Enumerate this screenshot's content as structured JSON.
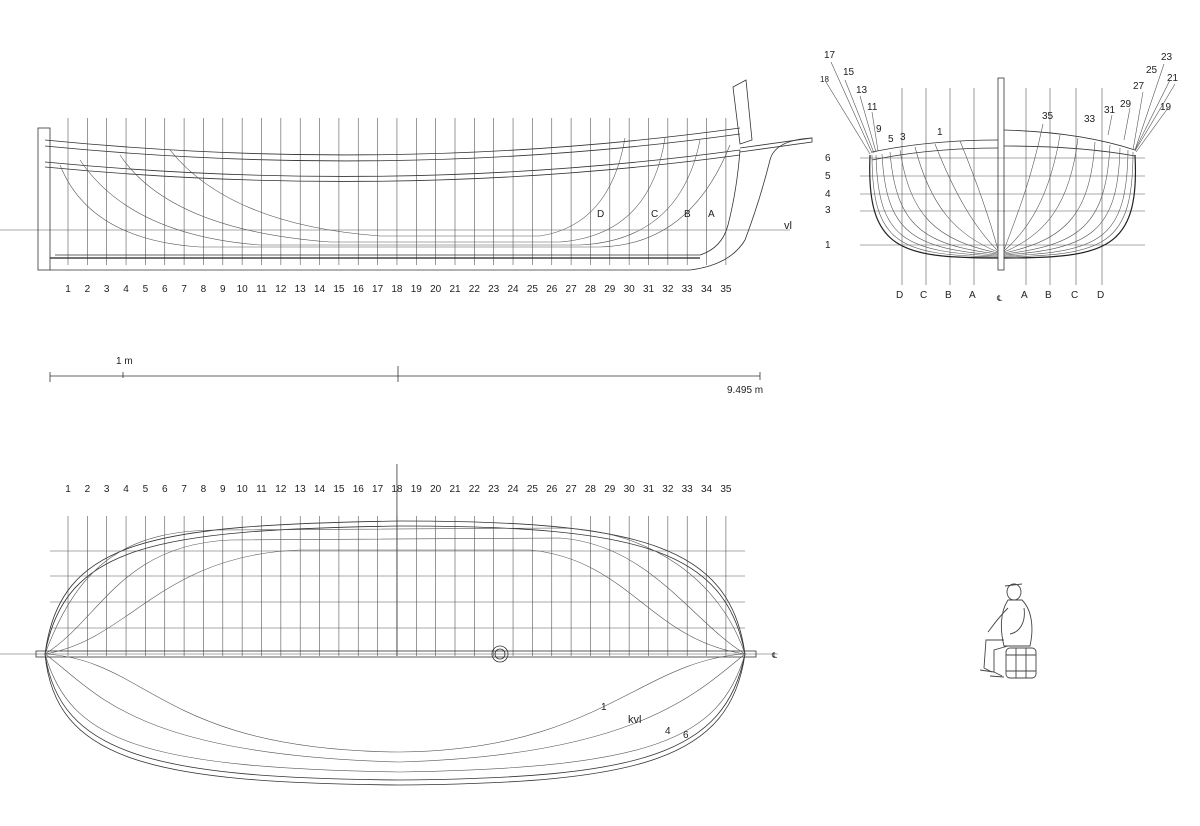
{
  "profile": {
    "stations": [
      "1",
      "2",
      "3",
      "4",
      "5",
      "6",
      "7",
      "8",
      "9",
      "10",
      "11",
      "12",
      "13",
      "14",
      "15",
      "16",
      "17",
      "18",
      "19",
      "20",
      "21",
      "22",
      "23",
      "24",
      "25",
      "26",
      "27",
      "28",
      "29",
      "30",
      "31",
      "32",
      "33",
      "34",
      "35"
    ],
    "buttock_labels": [
      "D",
      "C",
      "B",
      "A"
    ],
    "waterline_label": "vl"
  },
  "body_plan": {
    "waterlines": [
      "6",
      "5",
      "4",
      "3",
      "1"
    ],
    "bottom_labels": [
      "D",
      "C",
      "B",
      "A",
      "℄",
      "A",
      "B",
      "C",
      "D"
    ],
    "left_stations": [
      "17",
      "15",
      "13",
      "11",
      "9",
      "5",
      "3",
      "1"
    ],
    "left_mid_label": "18",
    "right_stations": [
      "23",
      "25",
      "21",
      "27",
      "19",
      "29",
      "31",
      "33",
      "35"
    ]
  },
  "scale": {
    "label_1m": "1 m",
    "label_length": "9.495 m"
  },
  "plan": {
    "stations": [
      "1",
      "2",
      "3",
      "4",
      "5",
      "6",
      "7",
      "8",
      "9",
      "10",
      "11",
      "12",
      "13",
      "14",
      "15",
      "16",
      "17",
      "18",
      "19",
      "20",
      "21",
      "22",
      "23",
      "24",
      "25",
      "26",
      "27",
      "28",
      "29",
      "30",
      "31",
      "32",
      "33",
      "34",
      "35"
    ],
    "centerline_label": "℄",
    "waterline_labels": [
      "1",
      "4",
      "6"
    ],
    "keel_waterline_label": "kvl"
  }
}
